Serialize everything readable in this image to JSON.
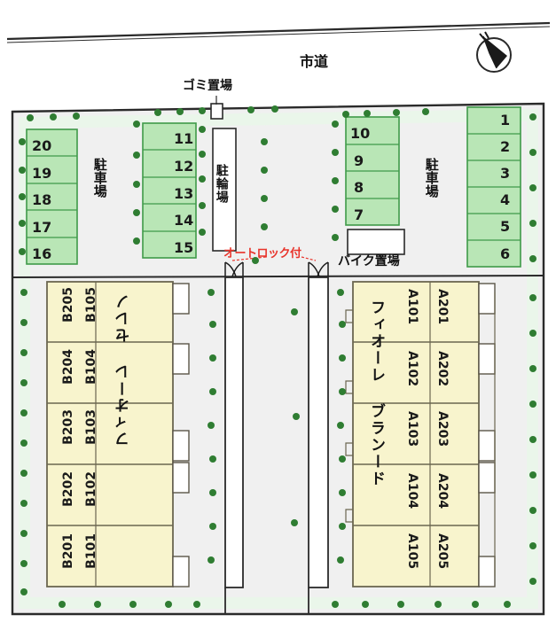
{
  "title": "Apartment complex site plan",
  "map": {
    "road_label": "市道",
    "compass": "north-arrow",
    "garbage_label": "ゴミ置場",
    "bicycle_label": "駐輪場",
    "bike_lot_label": "バイク置場",
    "autolock_label": "オートロック付",
    "autolock_color": "#e8332a"
  },
  "parking": {
    "left_label": "駐車場",
    "right_label": "駐車場",
    "left_outer_stalls": [
      "20",
      "19",
      "18",
      "17",
      "16"
    ],
    "left_inner_stalls": [
      "11",
      "12",
      "13",
      "14",
      "15"
    ],
    "right_inner_stalls": [
      "10",
      "9",
      "8",
      "7"
    ],
    "right_outer_stalls": [
      "1",
      "2",
      "3",
      "4",
      "5",
      "6"
    ],
    "stall_fill": "#b9e6b6",
    "stall_stroke": "#3f9a49"
  },
  "buildings": [
    {
      "name": "フィオーレ セレノ",
      "side": "left",
      "fill": "#f8f4cd",
      "stroke": "#6b6650",
      "rows": [
        {
          "upper": "B205",
          "lower": "B105"
        },
        {
          "upper": "B204",
          "lower": "B104"
        },
        {
          "upper": "B203",
          "lower": "B103"
        },
        {
          "upper": "B202",
          "lower": "B102"
        },
        {
          "upper": "B201",
          "lower": "B101"
        }
      ]
    },
    {
      "name": "フィオーレ ブランード",
      "side": "right",
      "fill": "#f8f4cd",
      "stroke": "#6b6650",
      "rows": [
        {
          "upper": "A201",
          "lower": "A101"
        },
        {
          "upper": "A202",
          "lower": "A102"
        },
        {
          "upper": "A203",
          "lower": "A103"
        },
        {
          "upper": "A204",
          "lower": "A104"
        },
        {
          "upper": "A205",
          "lower": "A105"
        }
      ]
    }
  ],
  "colors": {
    "site_fill": "#f0f0f0",
    "green_band": "#e6f5e6",
    "shrub": "#2f7d32",
    "outline": "#2a2a2a",
    "white": "#ffffff"
  }
}
